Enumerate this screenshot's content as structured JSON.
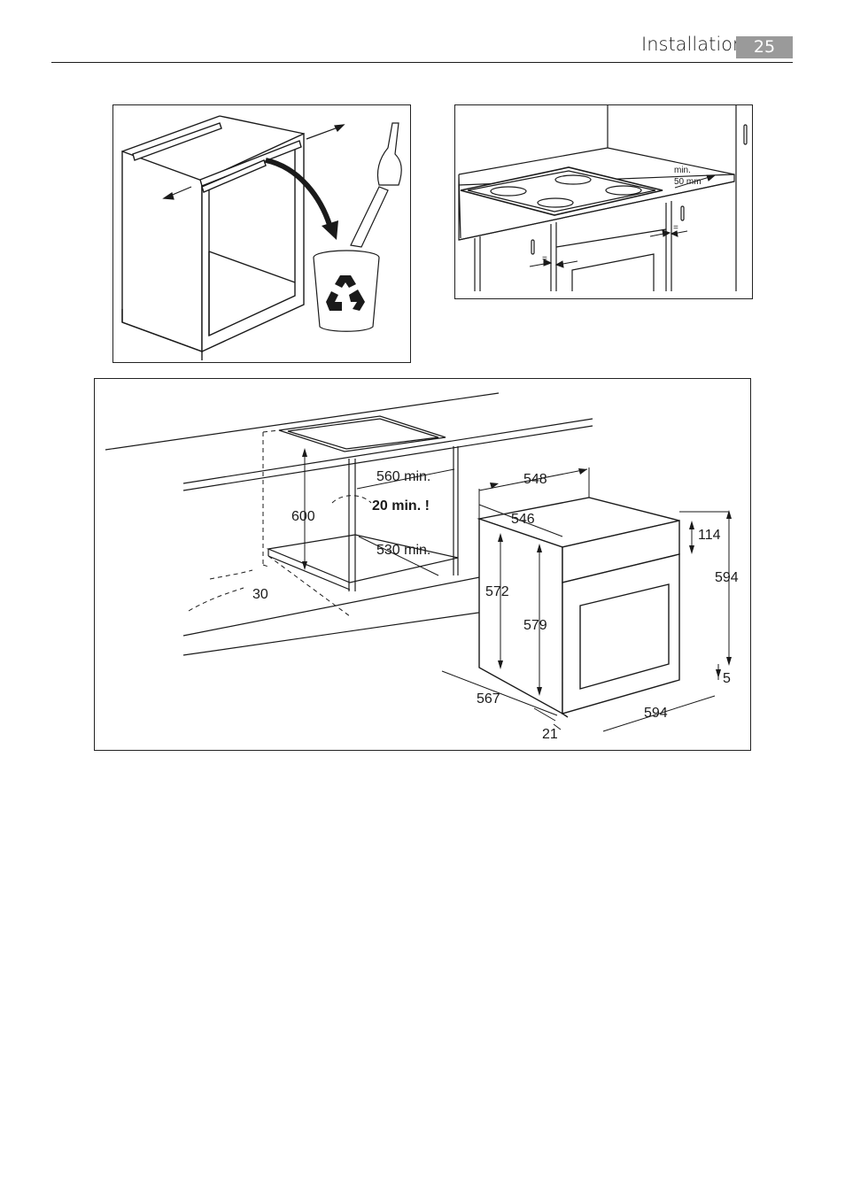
{
  "header": {
    "section_title": "Installation",
    "page_number": "25"
  },
  "figure_hob": {
    "clearance_label_line1": "min.",
    "clearance_label_line2": "50 mm",
    "equal_mark": "="
  },
  "figure_dimensions": {
    "niche_width": "560 min.",
    "vent_gap": "20 min. !",
    "niche_height": "600",
    "niche_depth": "530 min.",
    "front_gap": "30",
    "oven_top_depth": "548",
    "oven_inner_width": "546",
    "panel_height": "114",
    "oven_total_height": "594",
    "oven_body_height": "572",
    "oven_door_height": "579",
    "foot_gap": "5",
    "oven_depth": "567",
    "oven_front_width": "594",
    "door_depth": "21"
  }
}
